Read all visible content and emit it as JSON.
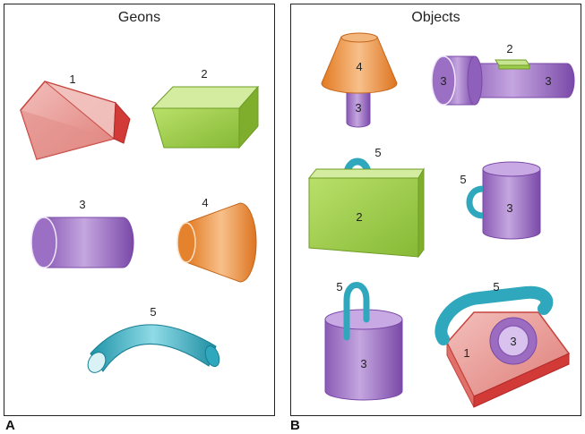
{
  "panel_a": {
    "title": "Geons",
    "letter": "A"
  },
  "panel_b": {
    "title": "Objects",
    "letter": "B"
  },
  "geons": [
    {
      "label": "1",
      "shape": "wedge-block",
      "color": "#e58b86"
    },
    {
      "label": "2",
      "shape": "brick",
      "color": "#9ccc4c"
    },
    {
      "label": "3",
      "shape": "cylinder",
      "color": "#9b6cc0"
    },
    {
      "label": "4",
      "shape": "truncated-cone",
      "color": "#ef8e3a"
    },
    {
      "label": "5",
      "shape": "curved-tube",
      "color": "#2fa8bd"
    }
  ],
  "objects": {
    "lamp": {
      "shade_label": "4",
      "base_label": "3"
    },
    "flashlight": {
      "switch_label": "2",
      "head_label": "3",
      "body_label": "3"
    },
    "briefcase": {
      "handle_label": "5",
      "body_label": "2"
    },
    "mug": {
      "handle_label": "5",
      "body_label": "3"
    },
    "bucket": {
      "handle_label": "5",
      "body_label": "3"
    },
    "telephone": {
      "receiver_label": "5",
      "base_label": "1",
      "dial_label": "3"
    }
  },
  "colors": {
    "red": "#e58b86",
    "green": "#9ccc4c",
    "purple": "#9b6cc0",
    "orange": "#ef8e3a",
    "teal": "#2fa8bd"
  }
}
